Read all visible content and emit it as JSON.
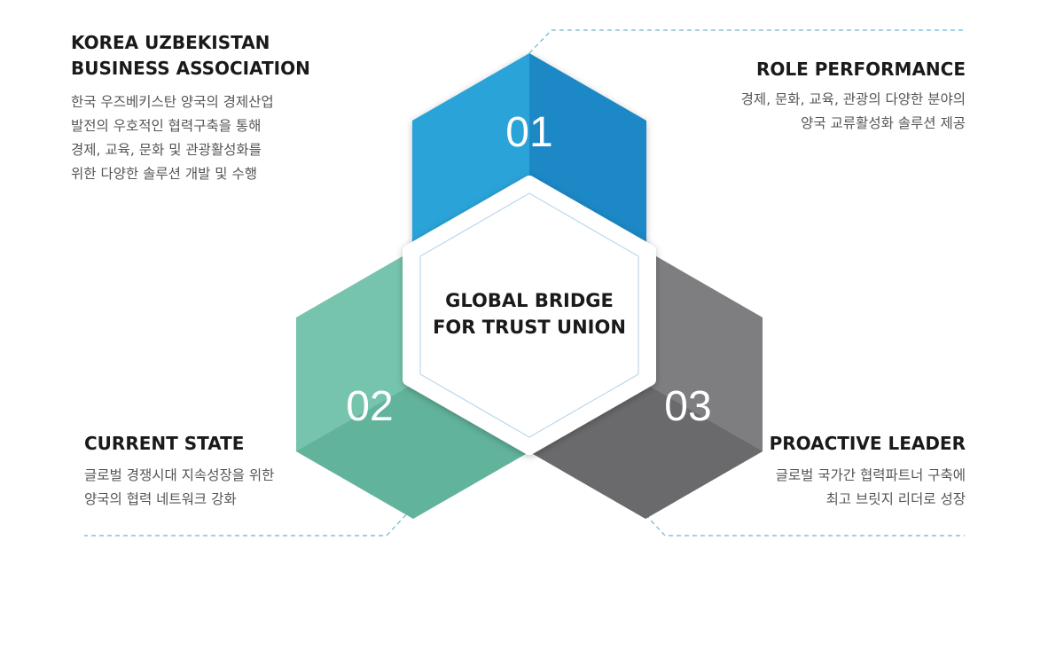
{
  "blocks": {
    "association": {
      "title_lines": [
        "KOREA UZBEKISTAN",
        "BUSINESS ASSOCIATION"
      ],
      "desc_lines": [
        "한국 우즈베키스탄 양국의 경제산업",
        "발전의 우호적인 협력구축을 통해",
        "경제, 교육, 문화 및 관광활성화를",
        "위한 다양한 솔루션 개발 및 수행"
      ]
    },
    "role": {
      "title": "ROLE PERFORMANCE",
      "desc_lines": [
        "경제, 문화, 교육, 관광의 다양한 분야의",
        "양국 교류활성화 솔루션 제공"
      ]
    },
    "current": {
      "title": "CURRENT STATE",
      "desc_lines": [
        "글로벌 경쟁시대 지속성장을 위한",
        "양국의 협력 네트워크 강화"
      ]
    },
    "proactive": {
      "title": "PROACTIVE LEADER",
      "desc_lines": [
        "글로벌 국가간 협력파트너 구축에",
        "최고 브릿지 리더로 성장"
      ]
    }
  },
  "hexagons": {
    "h01": {
      "label": "01",
      "color_light": "#2ba3d8",
      "color_dark": "#1f88c6"
    },
    "h02": {
      "label": "02",
      "color_light": "#76c4ae",
      "color_dark": "#62b39c"
    },
    "h03": {
      "label": "03",
      "color_light": "#7e7e80",
      "color_dark": "#6a6a6d"
    }
  },
  "center": {
    "lines": [
      "GLOBAL BRIDGE",
      "FOR TRUST UNION"
    ],
    "border_color": "#bcd8ec"
  },
  "connector_color": "#6fb3d4"
}
